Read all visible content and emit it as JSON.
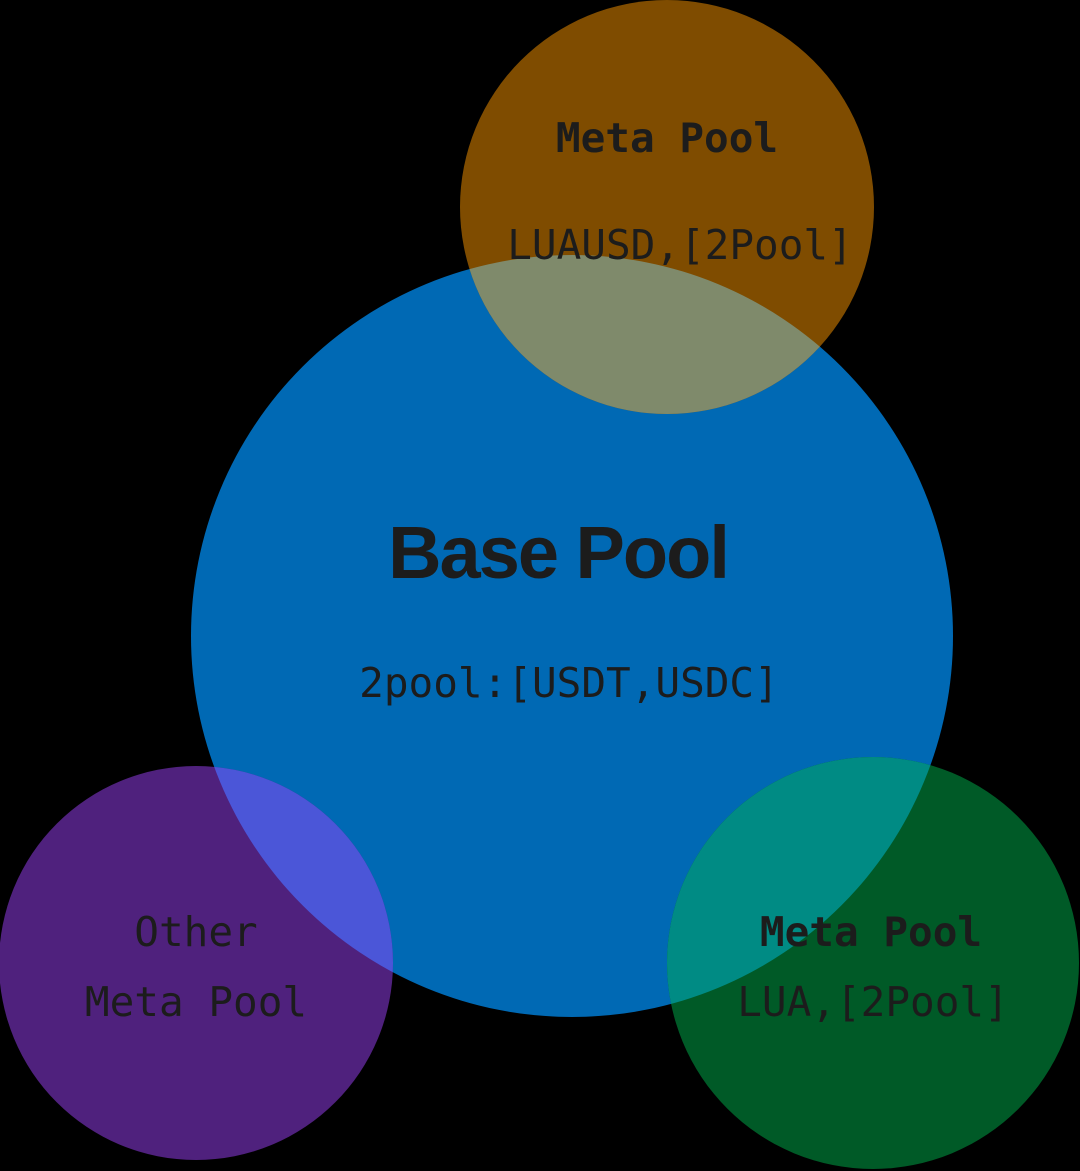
{
  "diagram": {
    "base_pool": {
      "title": "Base Pool",
      "subtitle": "2pool:[USDT,USDC]",
      "color": "#0069b4"
    },
    "meta_pool_top": {
      "title": "Meta Pool",
      "subtitle": "LUAUSD,[2Pool]",
      "color": "#7f4c00"
    },
    "meta_pool_bottom_right": {
      "title": "Meta Pool",
      "subtitle": "LUA,[2Pool]",
      "color": "#005a27"
    },
    "other_meta_pool": {
      "line1": "Other",
      "line2": "Meta Pool",
      "color": "#4f217d"
    },
    "overlap_colors": {
      "top": "#7f8a6b",
      "bottom_right": "#008b84",
      "left": "#4b56d8"
    },
    "text_color": "#1c1c1c",
    "background_color": "#000000"
  }
}
